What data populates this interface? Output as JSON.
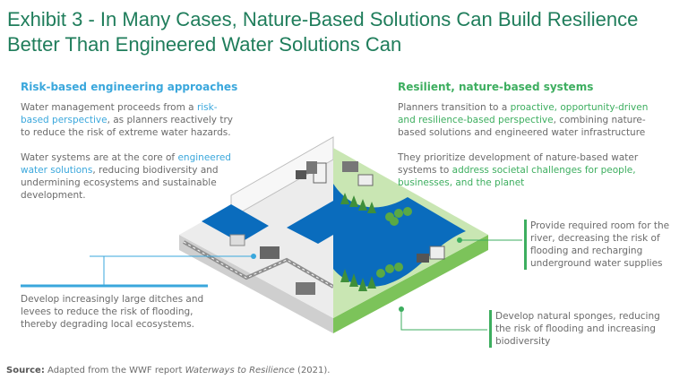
{
  "title": "Exhibit 3 - In Many Cases, Nature-Based Solutions Can Build Resilience Better Than Engineered Water Solutions Can",
  "left": {
    "heading": "Risk-based engineering approaches",
    "p1": {
      "pre": "Water management proceeds from a ",
      "hl": "risk-based perspective",
      "post": ", as planners reactively try to reduce the risk of extreme water hazards."
    },
    "p2": {
      "pre": "Water systems are at the core of ",
      "hl": "engineered water solutions",
      "post": ", reducing biodiversity and undermining ecosystems and sustainable development."
    },
    "callout": "Develop increasingly large ditches and levees to reduce the risk of flooding, thereby degrading local ecosystems."
  },
  "right": {
    "heading": "Resilient, nature-based systems",
    "p1": {
      "pre": "Planners transition to a ",
      "hl": "proactive, opportunity-driven and resilience-based perspective",
      "post": ", combining nature-based solutions and engineered water infrastructure"
    },
    "p2": {
      "pre": "They prioritize development of nature-based water systems to ",
      "hl": "address societal challenges for people, businesses, and the planet",
      "post": ""
    },
    "callout1": "Provide required room for the river, decreasing the risk of flooding and recharging underground water supplies",
    "callout2": "Develop natural sponges, reducing the risk of flooding and increasing biodiversity"
  },
  "source": {
    "label": "Source:",
    "pre": " Adapted from the WWF report ",
    "italic": "Waterways to Resilience",
    "post": " (2021)."
  },
  "colors": {
    "title": "#1f7d5b",
    "engineered_accent": "#3aa7dc",
    "nature_accent": "#3dae5f",
    "water": "#0a6cbd",
    "grass": "#c9e6b3",
    "trees": "#3f8f3a"
  }
}
